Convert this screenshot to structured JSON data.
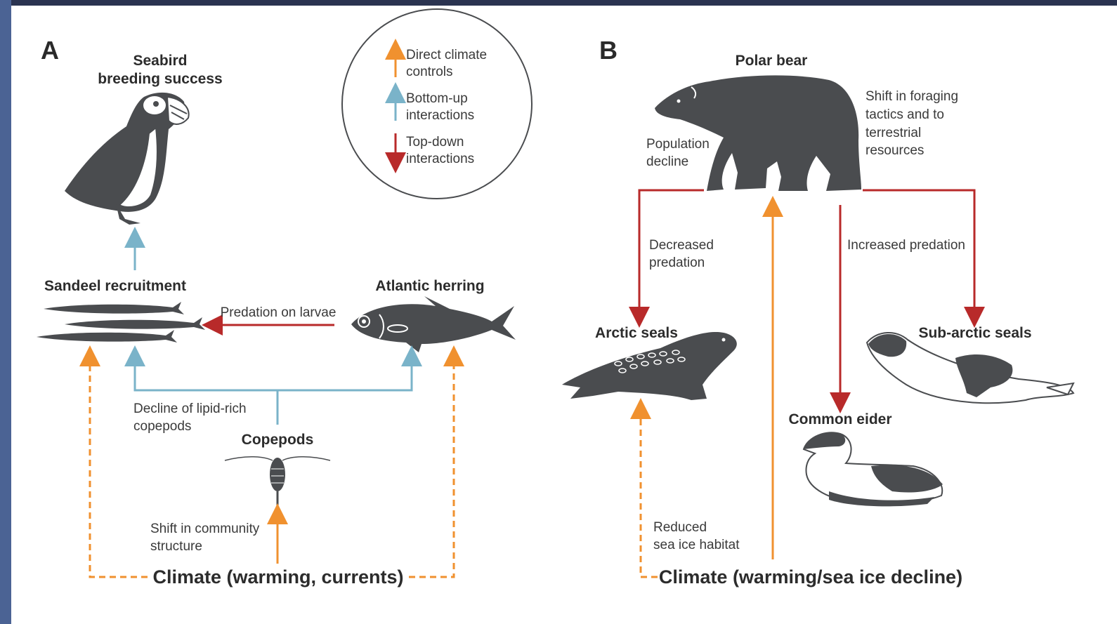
{
  "colors": {
    "direct_climate": "#f0912f",
    "bottom_up": "#7ab3c9",
    "top_down": "#b82a2a",
    "silhouette": "#4a4c4f",
    "frame_dark": "#2a3350",
    "frame_blue": "#4b6394"
  },
  "legend": {
    "direct_line1": "Direct climate",
    "direct_line2": "controls",
    "bottomup_line1": "Bottom-up",
    "bottomup_line2": "interactions",
    "topdown_line1": "Top-down",
    "topdown_line2": "interactions"
  },
  "panel_a": {
    "letter": "A",
    "seabird_line1": "Seabird",
    "seabird_line2": "breeding success",
    "sandeel": "Sandeel recruitment",
    "herring": "Atlantic herring",
    "predation_larvae": "Predation on larvae",
    "decline_line1": "Decline of lipid-rich",
    "decline_line2": "copepods",
    "copepods": "Copepods",
    "shift_line1": "Shift in community",
    "shift_line2": "structure",
    "climate": "Climate (warming, currents)"
  },
  "panel_b": {
    "letter": "B",
    "polar_bear": "Polar bear",
    "pop_line1": "Population",
    "pop_line2": "decline",
    "foraging_line1": "Shift in foraging",
    "foraging_line2": "tactics and to",
    "foraging_line3": "terrestrial",
    "foraging_line4": "resources",
    "decreased_line1": "Decreased",
    "decreased_line2": "predation",
    "increased": "Increased predation",
    "arctic_seals": "Arctic seals",
    "subarctic_seals": "Sub-arctic seals",
    "common_eider": "Common eider",
    "reduced_line1": "Reduced",
    "reduced_line2": "sea ice habitat",
    "climate": "Climate (warming/sea ice decline)"
  }
}
